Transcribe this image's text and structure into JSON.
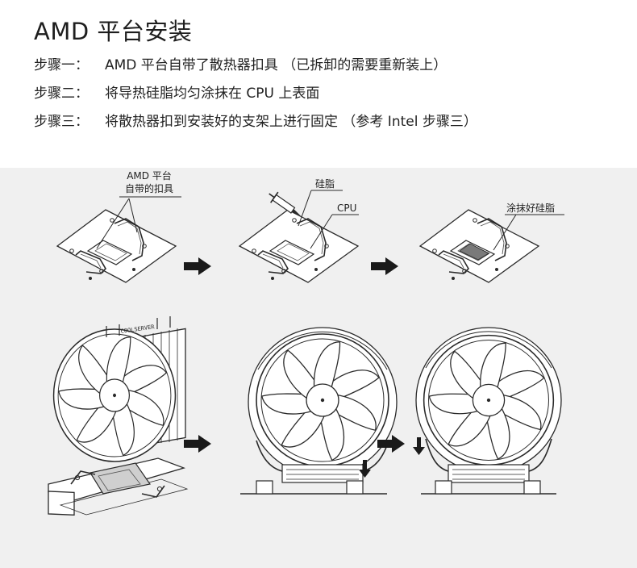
{
  "title": "AMD 平台安装",
  "steps": [
    {
      "label": "步骤一：",
      "text": "AMD 平台自带了散热器扣具 （已拆卸的需要重新装上）"
    },
    {
      "label": "步骤二：",
      "text": "将导热硅脂均匀涂抹在 CPU 上表面"
    },
    {
      "label": "步骤三：",
      "text": "将散热器扣到安装好的支架上进行固定 （参考 Intel 步骤三）"
    }
  ],
  "diagram": {
    "label_bracket_line1": "AMD 平台",
    "label_bracket_line2": "自带的扣具",
    "label_grease": "硅脂",
    "label_cpu": "CPU",
    "label_applied": "涂抹好硅脂",
    "brand_text": "COOLSERVER"
  },
  "colors": {
    "panel_bg": "#f0f0f0",
    "line": "#2a2a2a",
    "arrow": "#1a1a1a",
    "thermal_paste": "#7a7a7a"
  }
}
